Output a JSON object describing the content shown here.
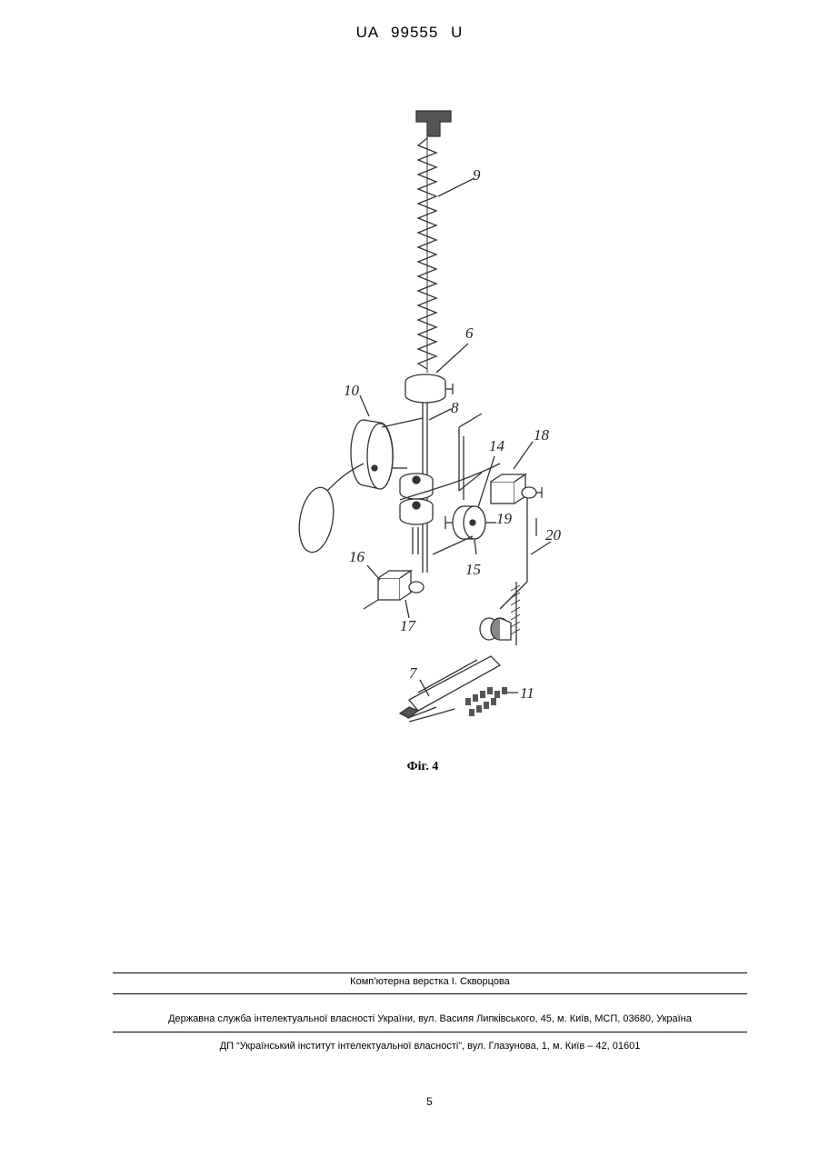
{
  "header": {
    "doc_id": "UA   99555   U"
  },
  "figure": {
    "caption": "Фіг. 4",
    "labels": {
      "l9": "9",
      "l6": "6",
      "l10": "10",
      "l8": "8",
      "l14": "14",
      "l18": "18",
      "l19": "19",
      "l20": "20",
      "l15": "15",
      "l16": "16",
      "l17": "17",
      "l7": "7",
      "l11": "11"
    }
  },
  "footer": {
    "layout_credit": "Комп’ютерна верстка І. Скворцова",
    "agency": "Державна служба інтелектуальної власності України, вул. Василя Липківського, 45, м. Київ, МСП, 03680, Україна",
    "institute": "ДП “Український інститут інтелектуальної власності”, вул. Глазунова, 1, м. Київ – 42, 01601"
  },
  "page_number": "5"
}
